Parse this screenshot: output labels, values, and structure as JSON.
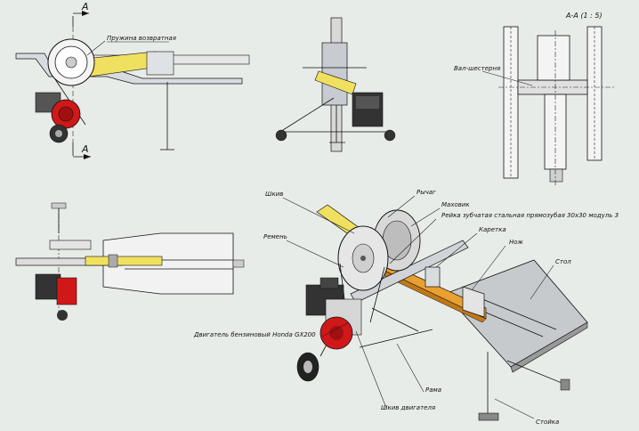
{
  "section": {
    "letter": "A",
    "title": "A-A (1 : 5)"
  },
  "labels": {
    "spring": "Пружина возвратная",
    "pinion": "Вал-шестерня",
    "pulley": "Шкив",
    "belt": "Ремень",
    "lever": "Рычаг",
    "flywheel": "Маховик",
    "rack": "Рейка зубчатая стальная прямозубая 30х30 модуль 3",
    "carriage": "Каретка",
    "knife": "Нож",
    "table": "Стол",
    "engine": "Двигатель бензиновый Honda GX200",
    "frame": "Рама",
    "engine_pulley": "Шкив двигателя",
    "stand": "Стойка"
  },
  "colors": {
    "background": "#e8ece8",
    "rack_orange": "#e8a030",
    "lever_yellow": "#f0e060",
    "engine_red": "#d01818",
    "metal_grey": "#c8ccd0",
    "dark": "#222222"
  }
}
